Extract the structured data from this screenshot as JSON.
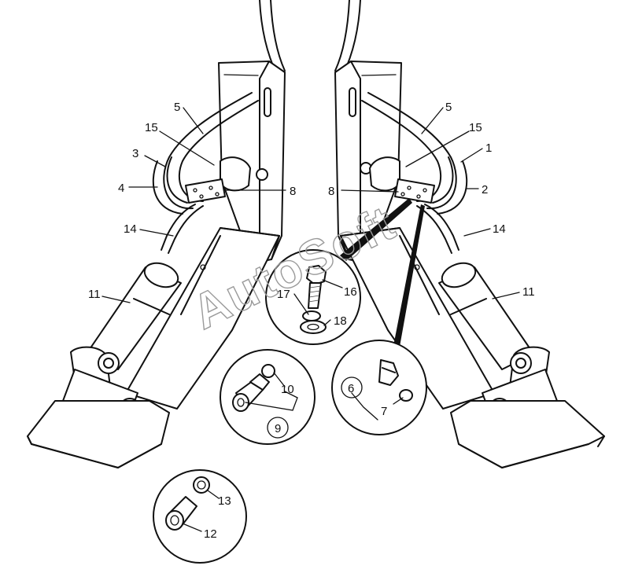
{
  "watermark": "AutoSoft",
  "callouts": {
    "c1": "1",
    "c2": "2",
    "c3": "3",
    "c4": "4",
    "c5_left": "5",
    "c5_right": "5",
    "c6": "6",
    "c7": "7",
    "c8_left": "8",
    "c8_right": "8",
    "c9": "9",
    "c10": "10",
    "c11_left": "11",
    "c11_right": "11",
    "c12": "12",
    "c13": "13",
    "c14_left": "14",
    "c14_right": "14",
    "c15_left": "15",
    "c15_right": "15",
    "c16": "16",
    "c17": "17",
    "c18": "18"
  }
}
